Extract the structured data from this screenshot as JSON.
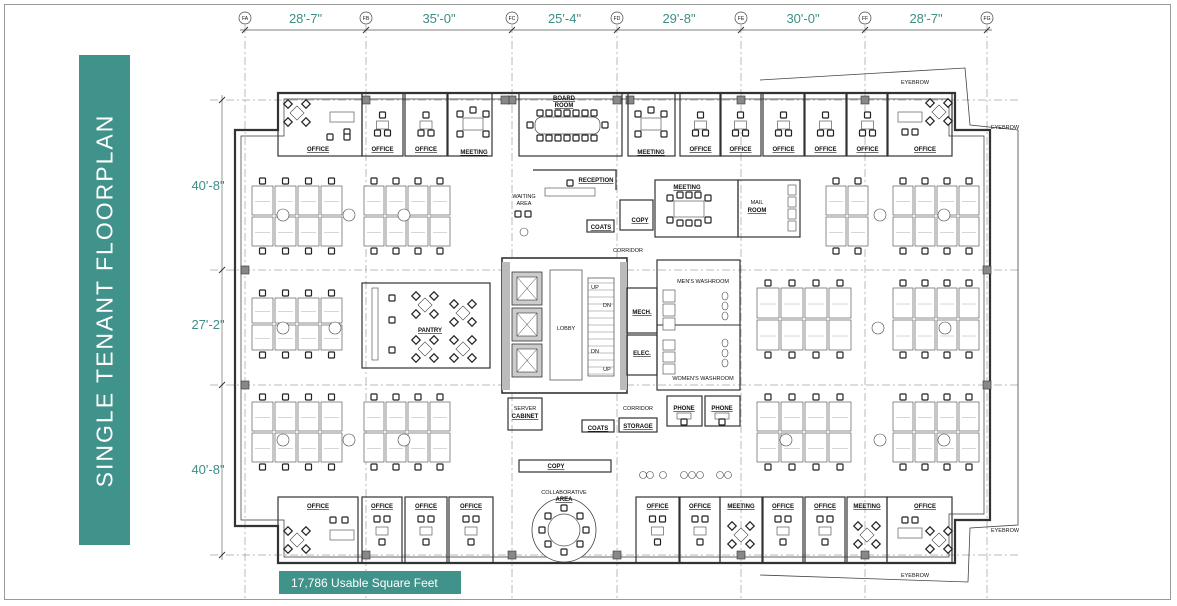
{
  "title": "SINGLE TENANT FLOORPLAN",
  "usable_area": "17,786 Usable Square Feet",
  "colors": {
    "accent": "#40938a",
    "dimension_text": "#3d8f86",
    "line": "#333333"
  },
  "grid_labels": [
    "FA",
    "FB",
    "FC",
    "FD",
    "FE",
    "FF",
    "FG"
  ],
  "column_dims": [
    "28'-7\"",
    "35'-0\"",
    "25'-4\"",
    "29'-8\"",
    "30'-0\"",
    "28'-7\""
  ],
  "row_dims": [
    "40'-8\"",
    "27'-2\"",
    "40'-8\""
  ],
  "rooms": {
    "office": "OFFICE",
    "meeting": "MEETING",
    "board_room": "BOARD ROOM",
    "reception": "RECEPTION",
    "waiting_area": "WAITING AREA",
    "coats": "COATS",
    "copy": "COPY",
    "corridor": "CORRIDOR",
    "mail_room": "MAIL ROOM",
    "pantry": "PANTRY",
    "lobby": "LOBBY",
    "mech": "MECH.",
    "elec": "ELEC.",
    "mens": "MEN'S WASHROOM",
    "womens": "WOMEN'S WASHROOM",
    "server": "SERVER CABINET",
    "storage": "STORAGE",
    "phone": "PHONE",
    "collab": "COLLABORATIVE AREA",
    "eyebrow": "EYEBROW",
    "up": "UP",
    "dn": "DN"
  }
}
